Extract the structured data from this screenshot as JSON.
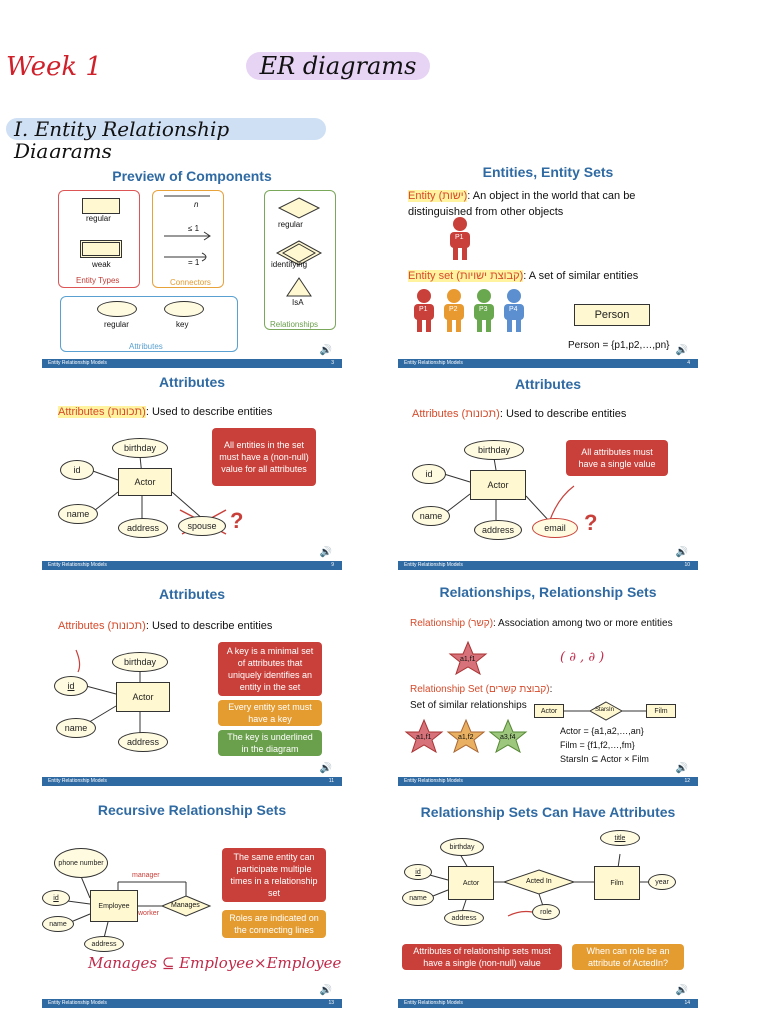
{
  "header": {
    "week": "Week 1",
    "topic": "ER diagrams",
    "section": "I. Entity Relationship Diagrams"
  },
  "footer_label": "Entity Relationship Models",
  "slides": {
    "preview": {
      "title": "Preview of Components",
      "regular": "regular",
      "weak": "weak",
      "entity_types": "Entity Types",
      "n": "n",
      "le1": "≤ 1",
      "eq1": "= 1",
      "connectors": "Connectors",
      "rel_regular": "regular",
      "identifying": "identifying",
      "isa": "IsA",
      "relationships": "Relationships",
      "attr_regular": "regular",
      "key": "key",
      "attributes": "Attributes",
      "page": "3"
    },
    "entities": {
      "title": "Entities, Entity Sets",
      "entity_label": "Entity (ישות)",
      "entity_desc": ": An object in the world that can be distinguished from other objects",
      "p1": "P1",
      "entity_set_label": "Entity set (קבוצת ישויות)",
      "entity_set_desc": ": A set of similar entities",
      "people": [
        "P1",
        "P2",
        "P3",
        "P4"
      ],
      "person_box": "Person",
      "person_formula": "Person = {p1,p2,…,pn}",
      "page": "4"
    },
    "attributes1": {
      "title": "Attributes",
      "label": "Attributes (תכונות)",
      "desc": ": Used to describe entities",
      "callout": "All entities in the set must have a (non-null) value for all attributes",
      "actor": "Actor",
      "birthday": "birthday",
      "id": "id",
      "name": "name",
      "address": "address",
      "spouse": "spouse",
      "q": "?",
      "page": "9"
    },
    "attributes2": {
      "title": "Attributes",
      "label": "Attributes (תכונות)",
      "desc": ": Used to describe entities",
      "callout": "All attributes must have a single value",
      "actor": "Actor",
      "birthday": "birthday",
      "id": "id",
      "name": "name",
      "address": "address",
      "email": "email",
      "q": "?",
      "page": "10"
    },
    "attributes3": {
      "title": "Attributes",
      "label": "Attributes (תכונות)",
      "desc": ": Used to describe entities",
      "callout1": "A key is a minimal set of attributes that uniquely identifies an entity in the set",
      "callout2": "Every entity set must have a key",
      "callout3": "The key is underlined in the diagram",
      "actor": "Actor",
      "birthday": "birthday",
      "id": "id",
      "name": "name",
      "address": "address",
      "page": "11"
    },
    "relationships": {
      "title": "Relationships, Relationship Sets",
      "rel_label": "Relationship (קשר)",
      "rel_desc": ": Association among two or more entities",
      "star": "a1,f1",
      "relset_label": "Relationship Set (קבוצת קשרים)",
      "relset_desc": ": Set of similar relationships",
      "stars": [
        "a1,f1",
        "a1,f2",
        "a3,f4"
      ],
      "actor": "Actor",
      "starsin": "StarsIn",
      "film": "Film",
      "line1": "Actor = {a1,a2,…,an}",
      "line2": "Film = {f1,f2,…,fm}",
      "line3": "StarsIn ⊆ Actor × Film",
      "page": "12"
    },
    "recursive": {
      "title": "Recursive Relationship Sets",
      "phone": "phone number",
      "id": "id",
      "name": "name",
      "address": "address",
      "employee": "Employee",
      "manages": "Manages",
      "manager": "manager",
      "worker": "worker",
      "callout1": "The same entity can participate multiple times in a relationship set",
      "callout2": "Roles are indicated on the connecting lines",
      "handwriting": "Manages ⊆ Employee×Employee",
      "page": "13"
    },
    "relattrs": {
      "title": "Relationship Sets Can Have Attributes",
      "birthday": "birthday",
      "id": "id",
      "name": "name",
      "address": "address",
      "actor": "Actor",
      "actedin": "Acted In",
      "film": "Film",
      "title_attr": "title",
      "year": "year",
      "role": "role",
      "callout1": "Attributes of relationship sets must have a single (non-null) value",
      "callout2": "When can role be an attribute of ActedIn?",
      "page": "14"
    }
  }
}
